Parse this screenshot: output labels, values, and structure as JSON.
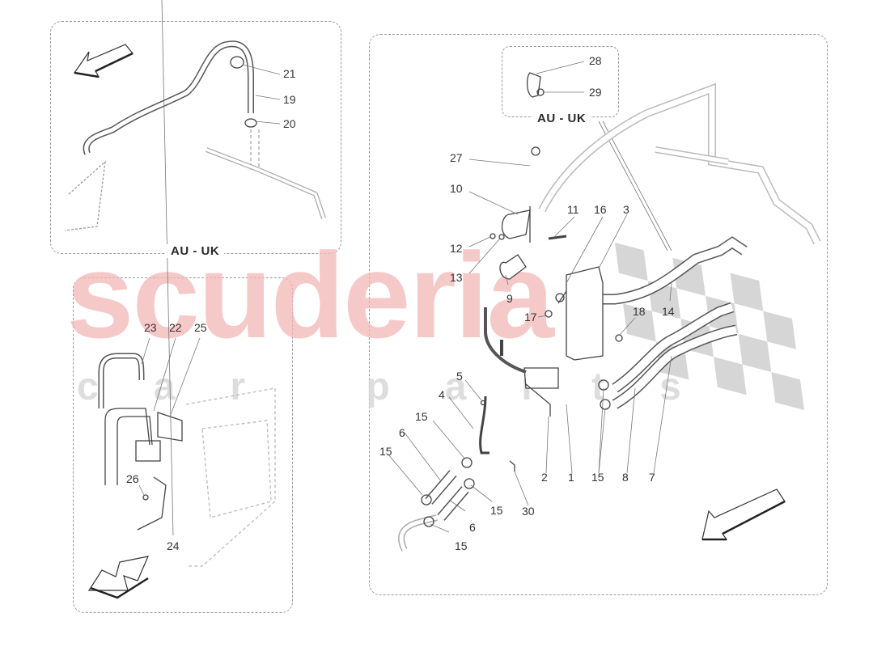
{
  "diagram": {
    "type": "exploded parts diagram",
    "subject": "heating / coolant hose assembly"
  },
  "panels": {
    "top_left": {
      "label": "AU - UK",
      "callouts": [
        "21",
        "19",
        "20"
      ]
    },
    "bottom_left": {
      "callouts": [
        "23",
        "22",
        "25",
        "26",
        "24"
      ]
    },
    "main": {
      "inset": {
        "label": "AU - UK",
        "callouts": [
          "28",
          "29"
        ]
      },
      "callouts": [
        "27",
        "10",
        "11",
        "16",
        "3",
        "12",
        "13",
        "9",
        "17",
        "18",
        "14",
        "5",
        "4",
        "15",
        "6",
        "2",
        "1",
        "8",
        "7",
        "30"
      ]
    }
  },
  "callouts": {
    "c21": "21",
    "c19": "19",
    "c20": "20",
    "c23": "23",
    "c22": "22",
    "c25": "25",
    "c26": "26",
    "c24": "24",
    "c28": "28",
    "c29": "29",
    "c27": "27",
    "c10": "10",
    "c11": "11",
    "c16": "16",
    "c3": "3",
    "c12": "12",
    "c13": "13",
    "c9": "9",
    "c17": "17",
    "c18": "18",
    "c14": "14",
    "c5": "5",
    "c4": "4",
    "c15a": "15",
    "c15b": "15",
    "c15c": "15",
    "c15d": "15",
    "c15e": "15",
    "c6a": "6",
    "c6b": "6",
    "c2": "2",
    "c1": "1",
    "c8": "8",
    "c7": "7",
    "c30": "30"
  },
  "watermark": {
    "primary": "scuderia",
    "secondary": "car parts",
    "primary_color": "#f4b8b8",
    "secondary_color": "#d8d8d8"
  },
  "icons": {
    "direction_arrow_top_left": "arrow-down-left",
    "direction_arrow_bottom_left": "arrow-up-right",
    "direction_arrow_main": "arrow-down-left"
  }
}
